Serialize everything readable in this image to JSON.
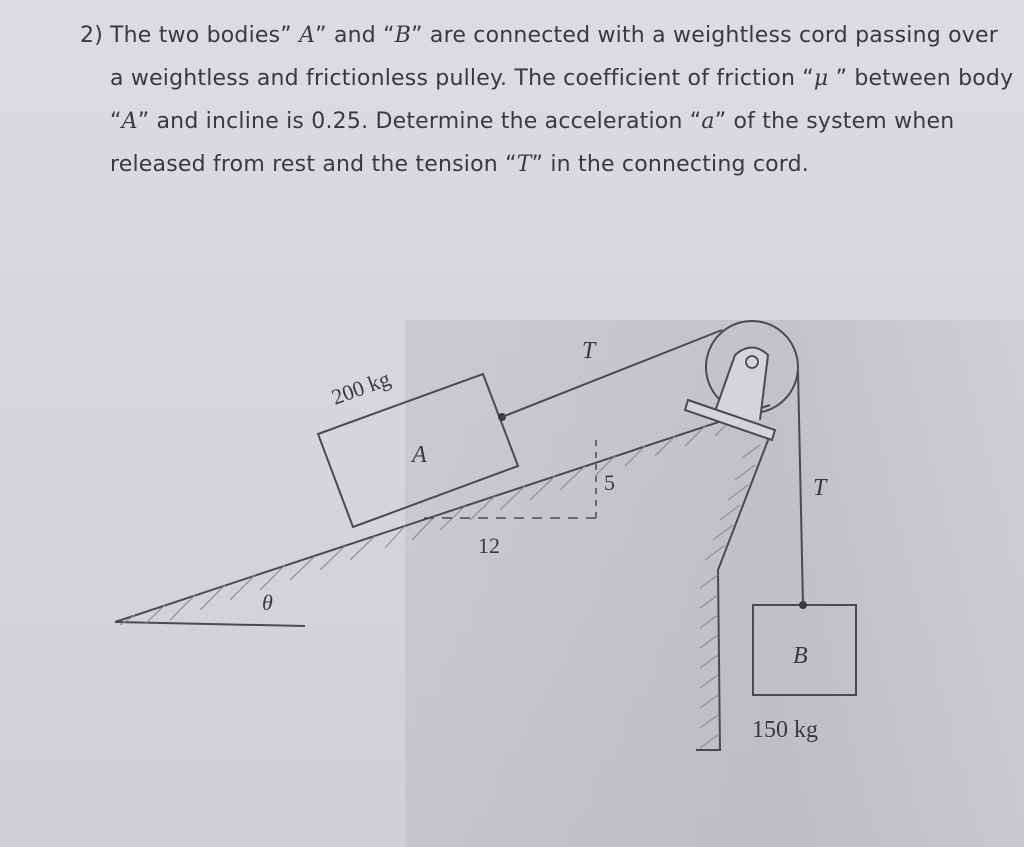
{
  "problem": {
    "number": "2)",
    "segments": [
      {
        "t": "The two bodies” "
      },
      {
        "t": "A",
        "var": true
      },
      {
        "t": "” and “"
      },
      {
        "t": "B",
        "var": true
      },
      {
        "t": "” are connected with a weightless cord passing over a weightless and frictionless pulley. The coefficient of friction “"
      },
      {
        "t": "μ",
        "var": true
      },
      {
        "t": " ” between body “"
      },
      {
        "t": "A",
        "var": true
      },
      {
        "t": "” and incline is 0.25. Determine the acceleration “"
      },
      {
        "t": "a",
        "var": true
      },
      {
        "t": "” of the system when released from rest and the tension “"
      },
      {
        "t": "T",
        "var": true
      },
      {
        "t": "” in the connecting cord."
      }
    ],
    "given": {
      "mass_A": "200 kg",
      "mass_B": "150 kg",
      "coefficient_of_friction": "0.25",
      "slope_rise": "5",
      "slope_run": "12"
    }
  },
  "diagram": {
    "mass_A_label": "200 kg",
    "body_A_label": "A",
    "tension_incline_label": "T",
    "tension_vertical_label": "T",
    "slope_rise_label": "5",
    "slope_run_label": "12",
    "angle_label": "θ",
    "body_B_label": "B",
    "mass_B_label": "150 kg",
    "line_color": "#4a4a50",
    "hatch_color": "#8a8c90"
  }
}
